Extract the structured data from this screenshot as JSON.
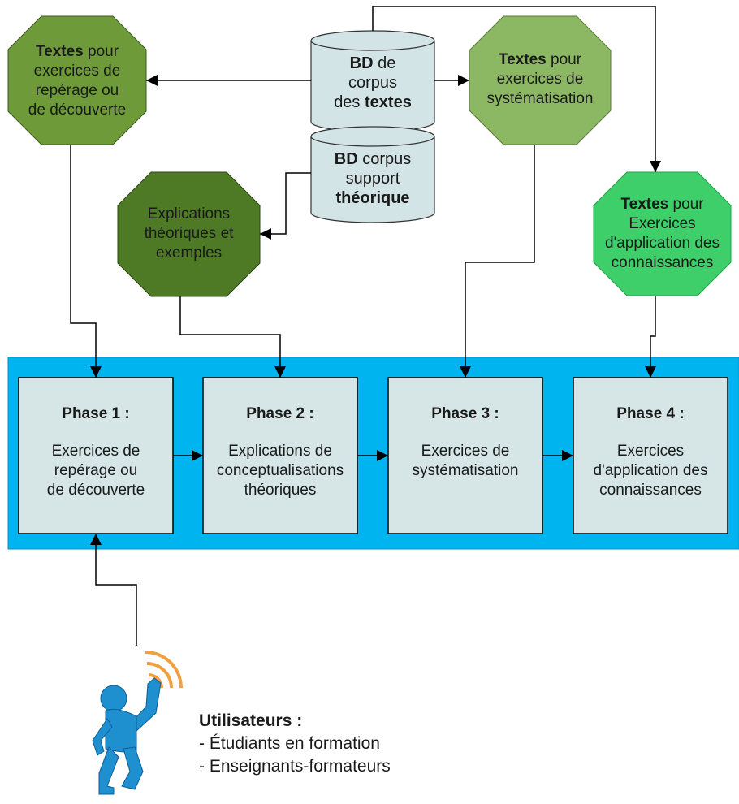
{
  "database_top": {
    "line1_bold": "BD",
    "line1_rest": " de",
    "line2": "corpus",
    "line3_pre": "des ",
    "line3_bold": "textes"
  },
  "database_bottom": {
    "line1_bold": "BD",
    "line1_rest": " corpus",
    "line2": "support",
    "line3_bold": "théorique"
  },
  "oct_reperage": {
    "bold": "Textes",
    "line1_rest": " pour",
    "line2": "exercices de",
    "line3": "repérage ou",
    "line4": "de découverte"
  },
  "oct_systematisation": {
    "bold": "Textes",
    "line1_rest": " pour",
    "line2": "exercices de",
    "line3": "systématisation"
  },
  "oct_explications": {
    "line1": "Explications",
    "line2": "théoriques et",
    "line3": "exemples"
  },
  "oct_application": {
    "bold": "Textes",
    "line1_rest": " pour",
    "line2": "Exercices",
    "line3": "d'application des",
    "line4": "connaissances"
  },
  "phases": [
    {
      "title": "Phase 1 :",
      "lines": [
        "Exercices de",
        "repérage ou",
        "de découverte"
      ]
    },
    {
      "title": "Phase 2 :",
      "lines": [
        "Explications de",
        "conceptualisations",
        "théoriques"
      ]
    },
    {
      "title": "Phase 3 :",
      "lines": [
        "Exercices de",
        "systématisation"
      ]
    },
    {
      "title": "Phase 4 :",
      "lines": [
        "Exercices",
        "d'application des",
        "connaissances"
      ]
    }
  ],
  "users": {
    "title": "Utilisateurs :",
    "items": [
      "- Étudiants en formation",
      "- Enseignants-formateurs"
    ]
  },
  "colors": {
    "banner": "#00b4f0",
    "phase_box": "#d6e6e6",
    "database": "#d2e4e6",
    "oct_reperage": "#6e9a3a",
    "oct_systematisation": "#8cb864",
    "oct_explications": "#4e7a26",
    "oct_application": "#3ecf6a",
    "user_figure": "#1e90d0",
    "signal": "#f0a040"
  }
}
